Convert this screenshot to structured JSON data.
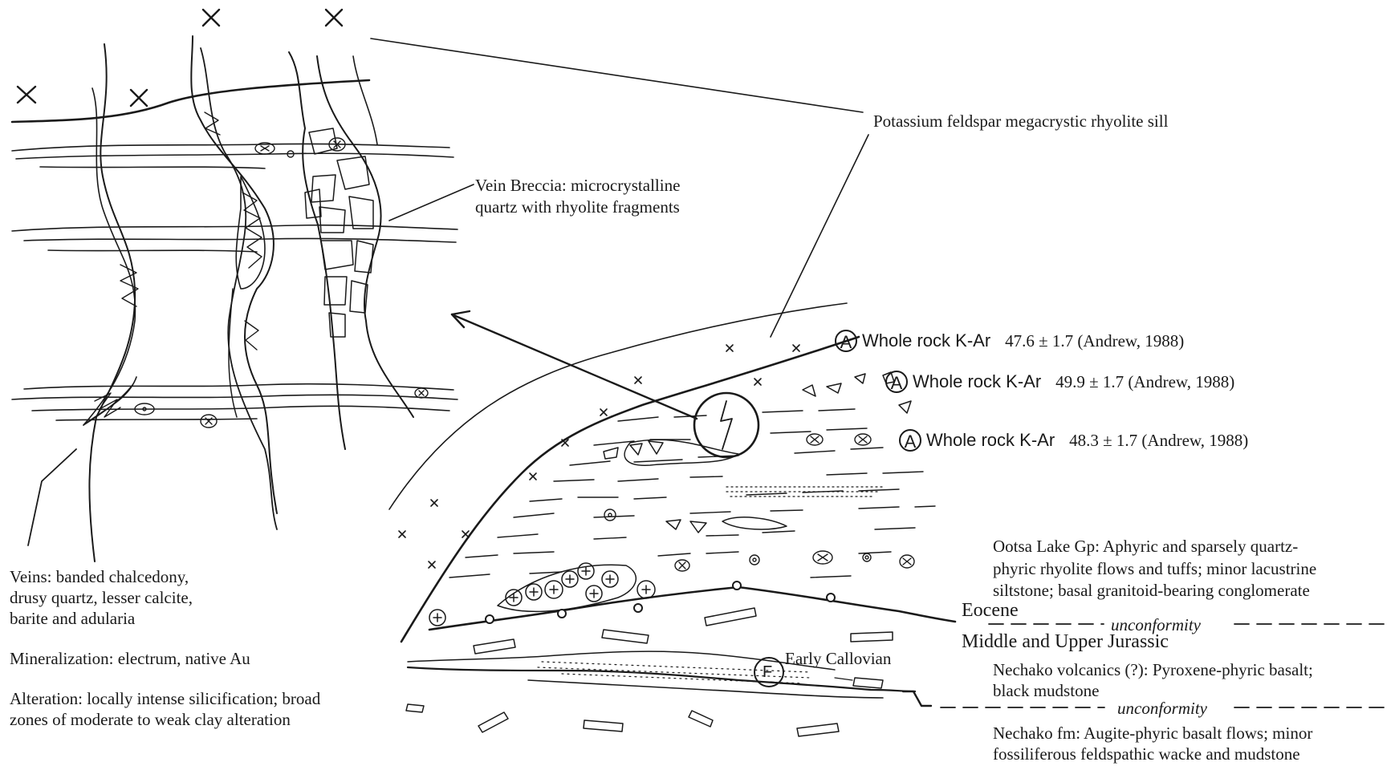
{
  "labels": {
    "rhyolite_sill": "Potassium feldspar megacrystic rhyolite sill",
    "vein_breccia_1": "Vein Breccia: microcrystalline",
    "vein_breccia_2": "quartz with rhyolite fragments",
    "veins_1": "Veins: banded chalcedony,",
    "veins_2": "drusy quartz, lesser calcite,",
    "veins_3": "barite and adularia",
    "mineralization": "Mineralization: electrum, native Au",
    "alteration_1": "Alteration: locally intense silicification; broad",
    "alteration_2": "zones of moderate to weak clay alteration",
    "early_callovian": "Early Callovian"
  },
  "dates": [
    {
      "badge": "A",
      "method": "Whole rock K-Ar",
      "value": "47.6 ± 1.7 (Andrew, 1988)"
    },
    {
      "badge": "A",
      "method": "Whole rock K-Ar",
      "value": "49.9 ± 1.7 (Andrew, 1988)"
    },
    {
      "badge": "A",
      "method": "Whole rock K-Ar",
      "value": "48.3 ± 1.7 (Andrew, 1988)"
    }
  ],
  "fossil_badge": "F",
  "stratigraphy": {
    "ootsa_1": "Ootsa Lake Gp: Aphyric and sparsely quartz-",
    "ootsa_2": "phyric rhyolite flows and tuffs; minor lacustrine",
    "ootsa_3": "siltstone; basal granitoid-bearing conglomerate",
    "eocene": "Eocene",
    "unconformity_upper": "unconformity",
    "jurassic": "Middle and Upper Jurassic",
    "nechako_volc_1": "Nechako volcanics (?): Pyroxene-phyric basalt;",
    "nechako_volc_2": "black mudstone",
    "unconformity_lower": "unconformity",
    "nechako_fm_1": "Nechako fm: Augite-phyric basalt flows; minor",
    "nechako_fm_2": "fossiliferous feldspathic wacke and mudstone"
  }
}
